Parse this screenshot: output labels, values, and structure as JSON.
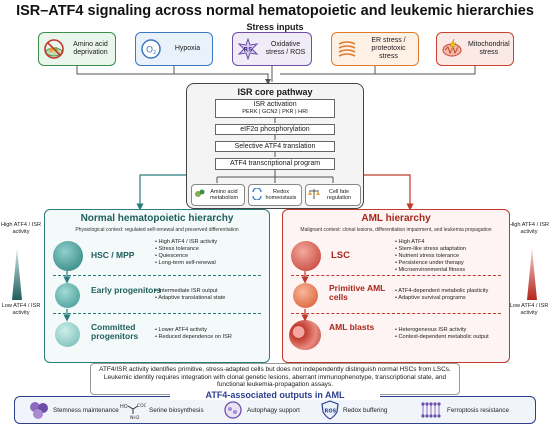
{
  "title": "ISR–ATF4 signaling across normal hematopoietic and leukemic hierarchies",
  "stress_inputs": {
    "title": "Stress inputs",
    "items": [
      {
        "label": "Amino acid deprivation",
        "icon": "no-food-icon",
        "color": "#3a8f4a",
        "bg": "#eaf5ec"
      },
      {
        "label": "Hypoxia",
        "icon": "oxygen-icon",
        "color": "#3b78c2",
        "bg": "#e9f1fa"
      },
      {
        "label": "Oxidative stress / ROS",
        "icon": "ros-icon",
        "color": "#6c4ea8",
        "bg": "#f0ecf7"
      },
      {
        "label": "ER stress / proteotoxic stress",
        "icon": "er-icon",
        "color": "#e07b2a",
        "bg": "#fdf1e6"
      },
      {
        "label": "Mitochondrial stress",
        "icon": "mitochondria-icon",
        "color": "#c94230",
        "bg": "#fbe9e6"
      }
    ]
  },
  "core": {
    "title": "ISR core pathway",
    "activation": "ISR activation",
    "kinases": "PERK | GCN2 | PKR | HRI",
    "steps": [
      "eIF2α phosphorylation",
      "Selective ATF4 translation",
      "ATF4 transcriptional program"
    ],
    "outputs": [
      {
        "label": "Amino acid metabolism",
        "icon": "enzyme-icon"
      },
      {
        "label": "Redox homeostasis",
        "icon": "redox-icon"
      },
      {
        "label": "Cell fate regulation",
        "icon": "balance-icon"
      }
    ]
  },
  "normal": {
    "title": "Normal hematopoietic hierarchy",
    "subtitle": "Physiological context: regulated self-renewal and preserved differentiation",
    "color": "#2a7d7b",
    "stages": [
      {
        "label": "HSC / MPP",
        "bullets": [
          "High ATF4 / ISR activity",
          "Stress tolerance",
          "Quiescence",
          "Long-term self-renewal"
        ]
      },
      {
        "label": "Early progenitors",
        "bullets": [
          "Intermediate ISR output",
          "Adaptive translational state"
        ]
      },
      {
        "label": "Committed progenitors",
        "bullets": [
          "Lower ATF4 activity",
          "Reduced dependence on ISR"
        ]
      }
    ]
  },
  "aml": {
    "title": "AML hierarchy",
    "subtitle": "Malignant context: clonal lesions, differentiation impairment, and leukemia propagation",
    "color": "#c0392b",
    "stages": [
      {
        "label": "LSC",
        "bullets": [
          "High ATF4",
          "Stem-like stress adaptation",
          "Nutrient stress tolerance",
          "Persistence under therapy",
          "Microenvironmental fitness"
        ]
      },
      {
        "label": "Primitive AML cells",
        "bullets": [
          "ATF4-dependent metabolic plasticity",
          "Adaptive survival programs"
        ]
      },
      {
        "label": "AML blasts",
        "bullets": [
          "Heterogeneous ISR activity",
          "Context-dependent metabolic output"
        ]
      }
    ]
  },
  "side_labels": {
    "high": "High ATF4 / ISR activity",
    "low": "Low ATF4 / ISR activity"
  },
  "note": "ATF4/ISR activity identifies primitive, stress-adapted cells but does not independently distinguish normal HSCs from LSCs. Leukemic identity requires integration with clonal genetic lesions, aberrant immunophenotype, transcriptional state, and functional leukemia-propagation assays.",
  "aml_outputs": {
    "title": "ATF4-associated outputs in AML",
    "items": [
      {
        "label": "Stemness maintenance",
        "icon": "cells-icon"
      },
      {
        "label": "Serine biosynthesis",
        "icon": "serine-icon"
      },
      {
        "label": "Autophagy support",
        "icon": "autophagy-icon"
      },
      {
        "label": "Redox buffering",
        "icon": "ros-shield-icon"
      },
      {
        "label": "Ferroptosis resistance",
        "icon": "membrane-icon"
      }
    ]
  }
}
